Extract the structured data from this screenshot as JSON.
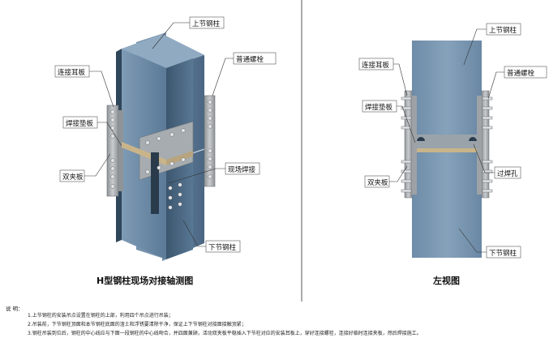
{
  "left_view": {
    "caption": "H型钢柱现场对接轴测图",
    "labels": {
      "upper_column": "上节钢柱",
      "connecting_ear_plate": "连接耳板",
      "ordinary_bolt": "普通螺栓",
      "welding_backing_plate": "焊接垫板",
      "double_clamp_plate": "双夹板",
      "field_welding": "现场焊接",
      "lower_column": "下节钢柱"
    }
  },
  "right_view": {
    "caption": "左视图",
    "labels": {
      "upper_column": "上节钢柱",
      "connecting_ear_plate": "连接耳板",
      "ordinary_bolt": "普通螺栓",
      "welding_backing_plate": "焊接垫板",
      "double_clamp_plate": "双夹板",
      "weld_access_hole": "过焊孔",
      "lower_column": "下节钢柱"
    }
  },
  "notes": {
    "heading": "说  明：",
    "items": [
      "1.上节钢柱的安装吊点设置在钢柱的上部，利用四个吊点进行吊装；",
      "2.吊装前，下节钢柱顶面和本节钢柱底面的渣土和浮锈要清除干净，保证上下节钢柱对接面接触顶紧；",
      "3.钢柱吊装到位后，钢柱的中心线应与下面一段钢柱的中心线吻合，并四面兼顾，活动双夹板平稳插入下节柱对应的安装耳板上，穿好连接螺栓，连接好临时连接夹板，然后焊接施工。"
    ]
  },
  "colors": {
    "steel_face": "#4f6f8c",
    "steel_light": "#6f8fab",
    "steel_dark": "#34495e",
    "plate": "#a9adb0",
    "bolt": "#d4d6d8"
  }
}
